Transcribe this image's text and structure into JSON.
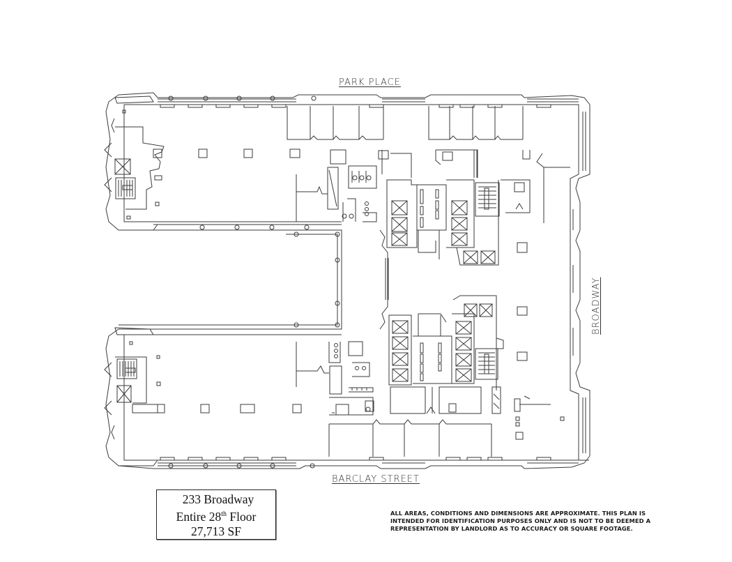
{
  "streets": {
    "north": "PARK PLACE",
    "south": "BARCLAY STREET",
    "east": "BROADWAY"
  },
  "title_block": {
    "address": "233 Broadway",
    "floor_prefix": "Entire 28",
    "floor_suffix_sup": "th",
    "floor_word": " Floor",
    "area": "27,713 SF"
  },
  "disclaimer": "ALL AREAS, CONDITIONS AND DIMENSIONS ARE APPROXIMATE.  THIS PLAN IS INTENDED FOR IDENTIFICATION PURPOSES ONLY AND IS NOT TO BE DEEMED A REPRESENTATION BY LANDLORD AS TO ACCURACY OR SQUARE FOOTAGE.",
  "plan": {
    "line_color": "#3a3a3a",
    "background": "#ffffff"
  }
}
